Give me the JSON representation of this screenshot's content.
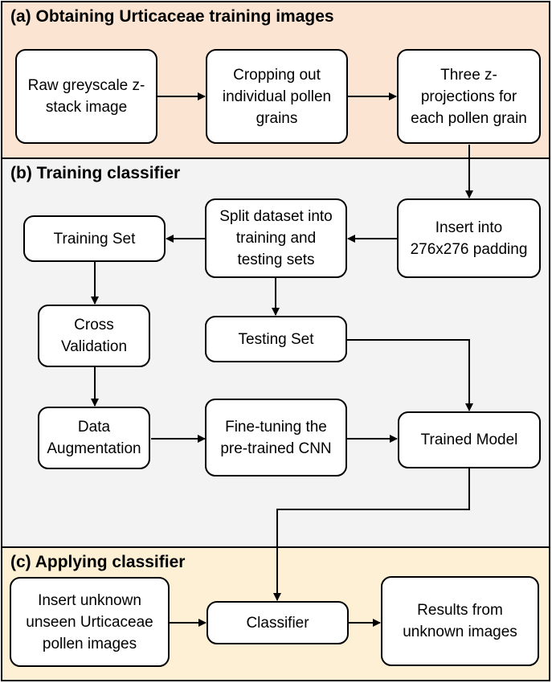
{
  "sections": {
    "a": {
      "title": "(a) Obtaining Urticaceae training images",
      "color": "#fce4d2"
    },
    "b": {
      "title": "(b) Training classifier",
      "color": "#f3f3f3"
    },
    "c": {
      "title": "(c) Applying classifier",
      "color": "#fdf0d4"
    }
  },
  "nodes": {
    "raw_zstack": "Raw greyscale z-\nstack image",
    "cropping": "Cropping out\nindividual pollen\ngrains",
    "z_projections": "Three z-\nprojections for\neach pollen grain",
    "insert_padding": "Insert into\n276x276 padding",
    "split_dataset": "Split dataset into\ntraining and\ntesting sets",
    "training_set": "Training Set",
    "cross_validation": "Cross\nValidation",
    "testing_set": "Testing Set",
    "data_augmentation": "Data\nAugmentation",
    "fine_tuning": "Fine-tuning the\npre-trained CNN",
    "trained_model": "Trained Model",
    "insert_unknown": "Insert unknown\nunseen Urticaceae\npollen images",
    "classifier": "Classifier",
    "results": "Results from\nunknown images"
  }
}
